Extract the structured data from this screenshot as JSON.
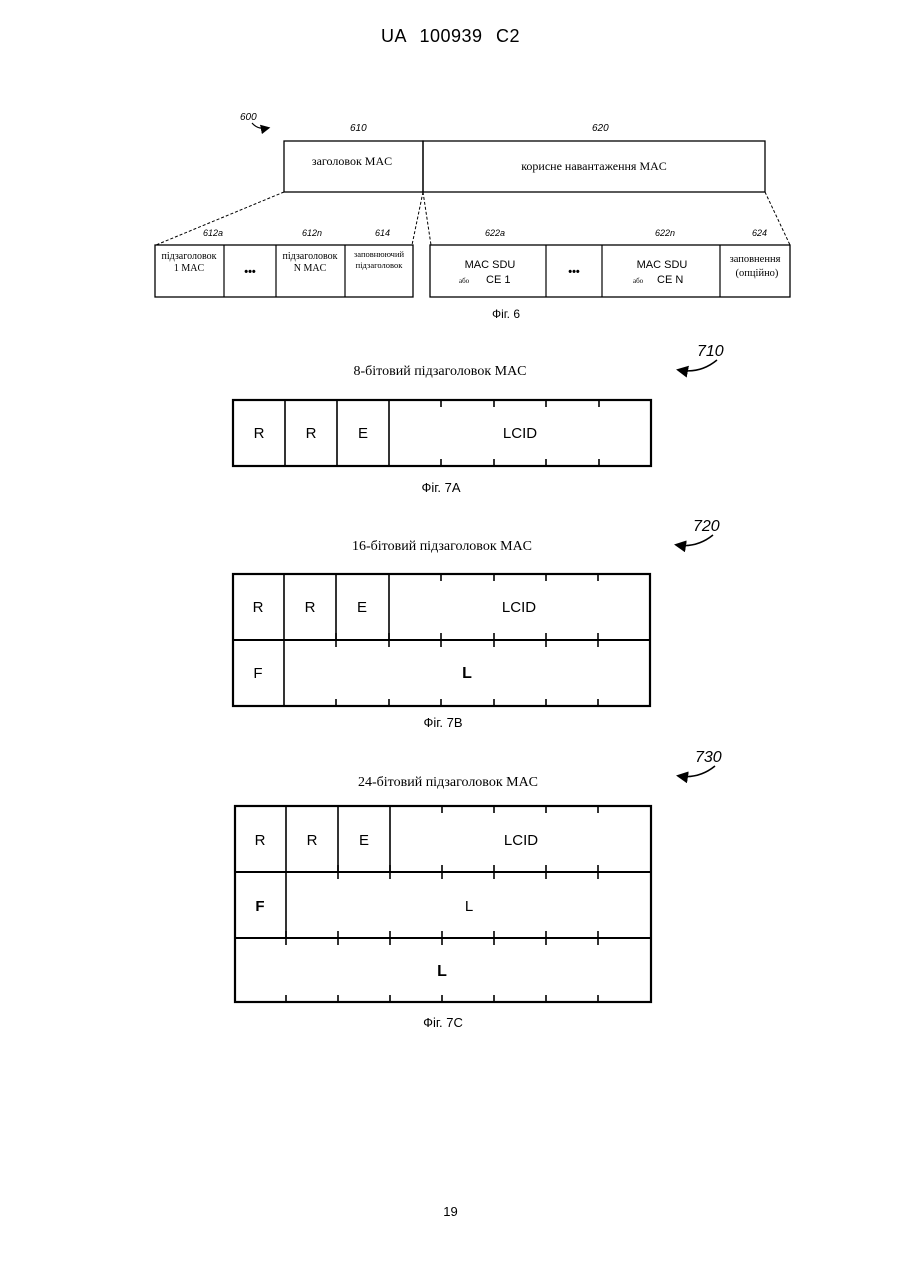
{
  "header": {
    "text": "UA   100939   C2"
  },
  "page_number": "19",
  "fig6": {
    "ref": "600",
    "caption": "Фіг. 6",
    "header_ref": "610",
    "payload_ref": "620",
    "mac_header": "заголовок MAC",
    "mac_payload": "корисне навантаження MAC",
    "subheaders": [
      {
        "ref": "612a",
        "line1": "підзаголовок",
        "line2": "1 MAC"
      },
      {
        "ellipsis": "•••"
      },
      {
        "ref": "612n",
        "line1": "підзаголовок",
        "line2": "N MAC"
      },
      {
        "ref": "614",
        "line1": "заповнюючий",
        "line2": "підзаголовок"
      }
    ],
    "payload_items": [
      {
        "ref": "622a",
        "line1": "MAC SDU",
        "or": "або",
        "line2": "CE 1"
      },
      {
        "ellipsis": "•••"
      },
      {
        "ref": "622n",
        "line1": "MAC SDU",
        "or": "або",
        "line2": "CE N"
      },
      {
        "ref": "624",
        "line1": "заповнення",
        "line2": "(опційно)"
      }
    ]
  },
  "fig7a": {
    "ref": "710",
    "title": "8-бітовий підзаголовок MAC",
    "caption": "Фіг. 7А",
    "fields": [
      "R",
      "R",
      "E",
      "LCID"
    ]
  },
  "fig7b": {
    "ref": "720",
    "title": "16-бітовий підзаголовок MAC",
    "caption": "Фіг. 7В",
    "row1": [
      "R",
      "R",
      "E",
      "LCID"
    ],
    "row2": [
      "F",
      "L"
    ]
  },
  "fig7c": {
    "ref": "730",
    "title": "24-бітовий підзаголовок MAC",
    "caption": "Фіг. 7С",
    "row1": [
      "R",
      "R",
      "E",
      "LCID"
    ],
    "row2": [
      "F",
      "L"
    ],
    "row3": [
      "L"
    ]
  }
}
